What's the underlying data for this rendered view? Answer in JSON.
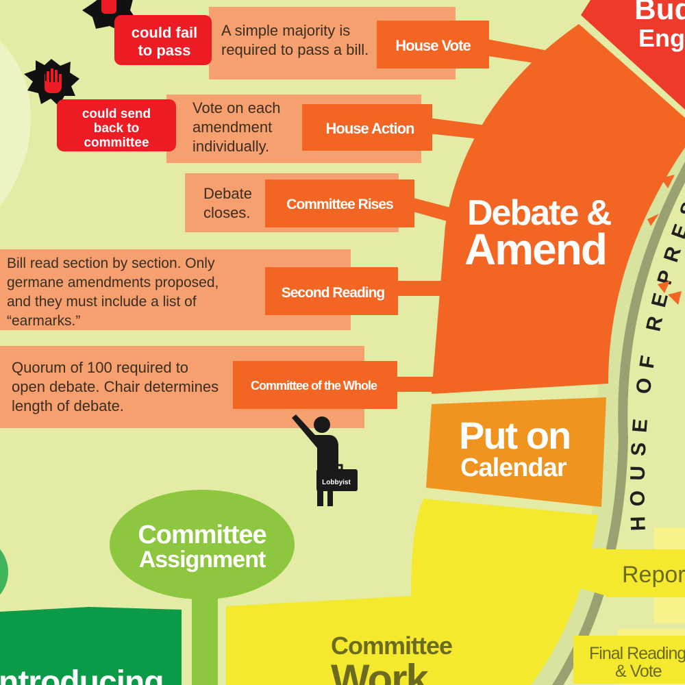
{
  "colors": {
    "background": "#e3eba5",
    "orange": "#f26522",
    "salmon": "#f6a070",
    "red": "#ed1c24",
    "calendar": "#f0931f",
    "yellow": "#f5e92e",
    "green": "#8dc63f",
    "dark_green": "#0a9a48",
    "ring": "#9aa070"
  },
  "top_right": {
    "line1": "Bud",
    "line2": "Engr"
  },
  "debate": {
    "line1": "Debate &",
    "line2": "Amend"
  },
  "calendar": {
    "line1": "Put on",
    "line2": "Calendar"
  },
  "ring_label": "HOUSE OF REPRESENTATIVES",
  "steps": [
    {
      "label": "House Vote",
      "desc": [
        "A simple majority is",
        "required to pass a bill."
      ],
      "warning": [
        "could fail",
        "to pass"
      ]
    },
    {
      "label": "House Action",
      "desc": [
        "Vote on each",
        "amendment",
        "individually."
      ],
      "warning": [
        "could send",
        "back to",
        "committee"
      ]
    },
    {
      "label": "Committee Rises",
      "desc": [
        "Debate",
        "closes."
      ]
    },
    {
      "label": "Second Reading",
      "desc": [
        "Bill read section by section. Only",
        "germane amendments proposed,",
        "and they must include a list of",
        "“earmarks.”"
      ]
    },
    {
      "label": "Committee of the Whole",
      "desc": [
        "Quorum of 100 required to",
        "open debate. Chair determines",
        "length of debate."
      ]
    }
  ],
  "lobbyist": "Lobbyist",
  "assignment": {
    "line1": "Committee",
    "line2": "Assignment"
  },
  "committee_work": {
    "line1": "Committee",
    "line2": "Work"
  },
  "introducing": "ntroducing",
  "report": "Repor",
  "final": {
    "line1": "Final Reading",
    "line2": "& Vote"
  }
}
